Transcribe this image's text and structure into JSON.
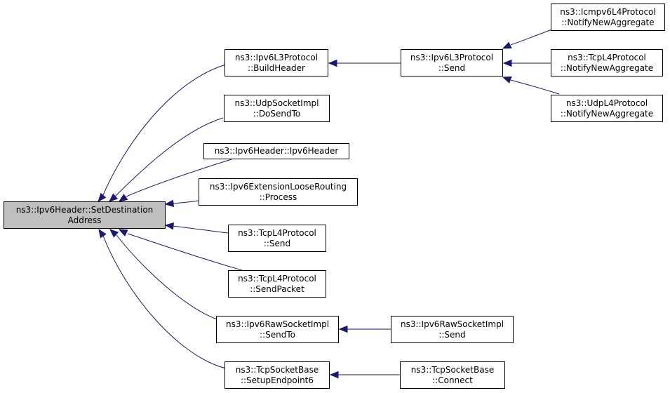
{
  "graph": {
    "edge_color": "#191970",
    "root_fill": "#bfbfbf",
    "nodes": [
      {
        "id": "root",
        "lines": [
          "ns3::Ipv6Header::SetDestination",
          "Address"
        ],
        "root": true
      },
      {
        "id": "ipv6l3-buildheader",
        "lines": [
          "ns3::Ipv6L3Protocol",
          "::BuildHeader"
        ]
      },
      {
        "id": "udpsocketimpl-dosendto",
        "lines": [
          "ns3::UdpSocketImpl",
          "::DoSendTo"
        ]
      },
      {
        "id": "ipv6header-ctor",
        "lines": [
          "ns3::Ipv6Header::Ipv6Header"
        ]
      },
      {
        "id": "ipv6ext-looserouting-process",
        "lines": [
          "ns3::Ipv6ExtensionLooseRouting",
          "::Process"
        ]
      },
      {
        "id": "tcpl4-send",
        "lines": [
          "ns3::TcpL4Protocol",
          "::Send"
        ]
      },
      {
        "id": "tcpl4-sendpacket",
        "lines": [
          "ns3::TcpL4Protocol",
          "::SendPacket"
        ]
      },
      {
        "id": "ipv6rawsocket-sendto",
        "lines": [
          "ns3::Ipv6RawSocketImpl",
          "::SendTo"
        ]
      },
      {
        "id": "tcpsocketbase-setupendpoint6",
        "lines": [
          "ns3::TcpSocketBase",
          "::SetupEndpoint6"
        ]
      },
      {
        "id": "ipv6l3-send",
        "lines": [
          "ns3::Ipv6L3Protocol",
          "::Send"
        ]
      },
      {
        "id": "ipv6rawsocket-send",
        "lines": [
          "ns3::Ipv6RawSocketImpl",
          "::Send"
        ]
      },
      {
        "id": "tcpsocketbase-connect",
        "lines": [
          "ns3::TcpSocketBase",
          "::Connect"
        ]
      },
      {
        "id": "icmpv6l4-notify",
        "lines": [
          "ns3::Icmpv6L4Protocol",
          "::NotifyNewAggregate"
        ]
      },
      {
        "id": "tcpl4-notify",
        "lines": [
          "ns3::TcpL4Protocol",
          "::NotifyNewAggregate"
        ]
      },
      {
        "id": "udpl4-notify",
        "lines": [
          "ns3::UdpL4Protocol",
          "::NotifyNewAggregate"
        ]
      }
    ],
    "edges": [
      {
        "from": "ipv6l3-buildheader",
        "to": "root"
      },
      {
        "from": "udpsocketimpl-dosendto",
        "to": "root"
      },
      {
        "from": "ipv6header-ctor",
        "to": "root"
      },
      {
        "from": "ipv6ext-looserouting-process",
        "to": "root"
      },
      {
        "from": "tcpl4-send",
        "to": "root"
      },
      {
        "from": "tcpl4-sendpacket",
        "to": "root"
      },
      {
        "from": "ipv6rawsocket-sendto",
        "to": "root"
      },
      {
        "from": "tcpsocketbase-setupendpoint6",
        "to": "root"
      },
      {
        "from": "ipv6l3-send",
        "to": "ipv6l3-buildheader"
      },
      {
        "from": "ipv6rawsocket-send",
        "to": "ipv6rawsocket-sendto"
      },
      {
        "from": "tcpsocketbase-connect",
        "to": "tcpsocketbase-setupendpoint6"
      },
      {
        "from": "icmpv6l4-notify",
        "to": "ipv6l3-send"
      },
      {
        "from": "tcpl4-notify",
        "to": "ipv6l3-send"
      },
      {
        "from": "udpl4-notify",
        "to": "ipv6l3-send"
      }
    ]
  }
}
